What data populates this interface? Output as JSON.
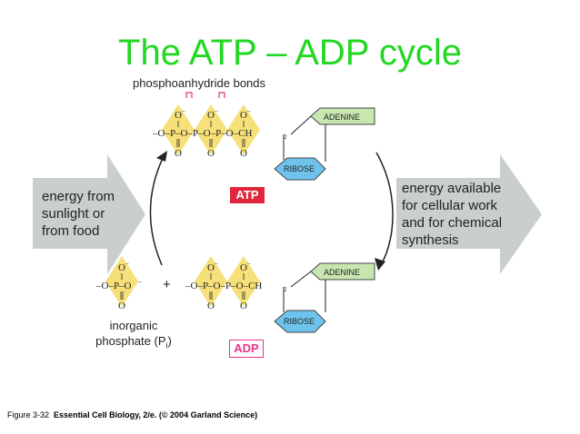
{
  "slide": {
    "title": "The ATP – ADP cycle"
  },
  "labels": {
    "bonds": "phosphoanhydride bonds",
    "left_arrow_lines": [
      "energy from",
      "sunlight or",
      "from food"
    ],
    "right_arrow_lines": [
      "energy available",
      "for cellular work",
      "and for chemical",
      "synthesis"
    ],
    "inorganic_lines": [
      "inorganic",
      "phosphate (P",
      "i",
      ")"
    ],
    "atp": "ATP",
    "adp": "ADP",
    "adenine": "ADENINE",
    "ribose": "RIBOSE",
    "plus": "+"
  },
  "caption": {
    "figure": "Figure 3-32",
    "source": "Essential Cell Biology, 2/e. (© 2004 Garland Science)"
  },
  "colors": {
    "title": "#22d822",
    "phosphate_fill": "#f6e07a",
    "adenine_fill": "#c8e6b0",
    "ribose_fill": "#6ec3ec",
    "atp_box": "#e0263a",
    "adp_box": "#e8338a",
    "big_arrow": "#c9cfcf"
  }
}
